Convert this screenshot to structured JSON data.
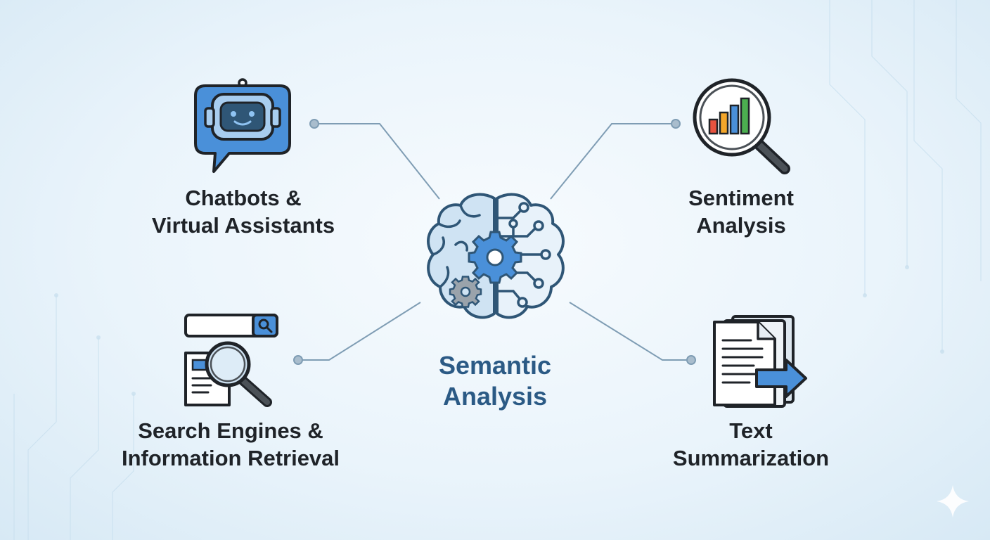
{
  "diagram": {
    "center": {
      "line1": "Semantic",
      "line2": "Analysis"
    },
    "applications": {
      "chatbots": {
        "line1": "Chatbots &",
        "line2": "Virtual Assistants"
      },
      "sentiment": {
        "line1": "Sentiment",
        "line2": "Analysis"
      },
      "search": {
        "line1": "Search Engines &",
        "line2": "Information Retrieval"
      },
      "summarization": {
        "line1": "Text",
        "line2": "Summarization"
      }
    },
    "colors": {
      "accent_blue": "#4a90d9",
      "center_text": "#2b5a85",
      "outline": "#1f2328",
      "connector": "#7f9db4"
    }
  }
}
